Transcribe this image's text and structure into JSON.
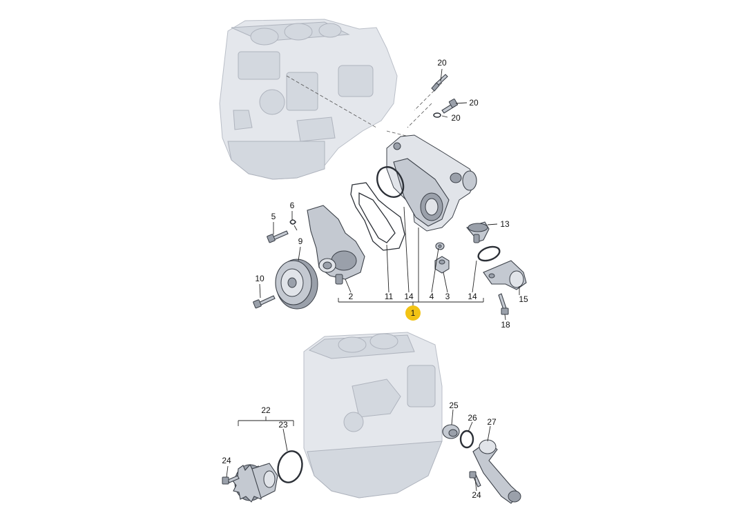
{
  "diagram": {
    "callouts": [
      {
        "id": "c1",
        "text": "1",
        "highlight_color": "#f2c314"
      },
      {
        "id": "c2",
        "text": "2"
      },
      {
        "id": "c3",
        "text": "3"
      },
      {
        "id": "c4",
        "text": "4"
      },
      {
        "id": "c5",
        "text": "5"
      },
      {
        "id": "c6",
        "text": "6"
      },
      {
        "id": "c9",
        "text": "9"
      },
      {
        "id": "c10",
        "text": "10"
      },
      {
        "id": "c11",
        "text": "11"
      },
      {
        "id": "c13",
        "text": "13"
      },
      {
        "id": "c14a",
        "text": "14"
      },
      {
        "id": "c14b",
        "text": "14"
      },
      {
        "id": "c15",
        "text": "15"
      },
      {
        "id": "c18",
        "text": "18"
      },
      {
        "id": "c20a",
        "text": "20"
      },
      {
        "id": "c20b",
        "text": "20"
      },
      {
        "id": "c20c",
        "text": "20"
      },
      {
        "id": "c22",
        "text": "22"
      },
      {
        "id": "c23",
        "text": "23"
      },
      {
        "id": "c24a",
        "text": "24"
      },
      {
        "id": "c24b",
        "text": "24"
      },
      {
        "id": "c25",
        "text": "25"
      },
      {
        "id": "c26",
        "text": "26"
      },
      {
        "id": "c27",
        "text": "27"
      }
    ]
  }
}
